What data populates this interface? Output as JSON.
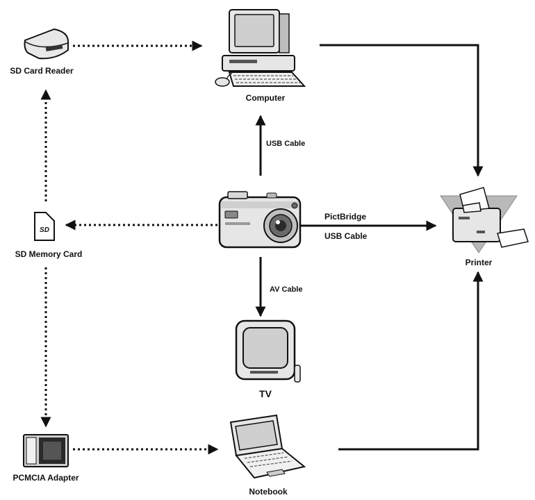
{
  "devices": {
    "sd_card_reader": "SD Card Reader",
    "computer": "Computer",
    "sd_memory_card": "SD Memory Card",
    "printer": "Printer",
    "tv": "TV",
    "pcmcia_adapter": "PCMCIA Adapter",
    "notebook": "Notebook",
    "sd_card_logo": "SD"
  },
  "connections": {
    "usb_cable_computer": "USB Cable",
    "pictbridge": "PictBridge",
    "usb_cable_printer": "USB Cable",
    "av_cable": "AV Cable"
  },
  "colors": {
    "line": "#111111",
    "device_fill": "#e6e6e6",
    "device_dark": "#2a2a2a",
    "printer_halo": "#b9b9b9"
  }
}
